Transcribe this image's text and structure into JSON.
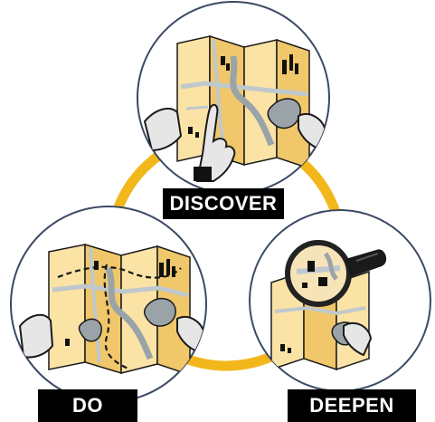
{
  "colors": {
    "ring": "#f2b71a",
    "map_paper": "#fbe3a6",
    "map_shade": "#f0c76a",
    "map_fold": "#e2a640",
    "road": "#bfc8cc",
    "lake": "#9aa3a8",
    "hand": "#e6e6e6",
    "circle_border": "#3b4a63",
    "label_bg": "#000000",
    "label_text": "#ffffff"
  },
  "stages": [
    {
      "label": "DISCOVER",
      "icon": "map-with-pointing-hand-icon"
    },
    {
      "label": "DO",
      "icon": "map-with-dashed-route-icon"
    },
    {
      "label": "DEEPEN",
      "icon": "map-with-magnifying-glass-icon"
    }
  ]
}
